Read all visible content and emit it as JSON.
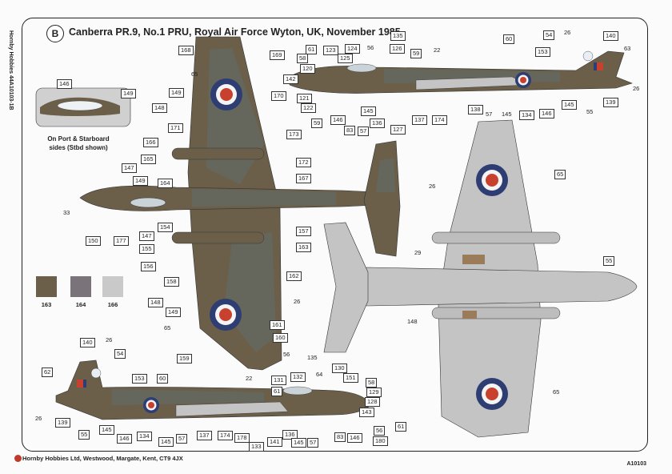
{
  "sheet": {
    "side_text": "Hornby Hobbies 44A10103-1B",
    "badge": "B",
    "title": "Canberra PR.9, No.1 PRU, Royal Air Force Wyton, UK, November 1985.",
    "inset_note": "On Port & Starboard sides (Stbd shown)",
    "footer": "Hornby Hobbies Ltd, Westwood, Margate, Kent, CT9 4JX",
    "code": "A10103"
  },
  "swatches": [
    {
      "label": "163",
      "color": "#6b5f4a"
    },
    {
      "label": "164",
      "color": "#7a7379"
    },
    {
      "label": "166",
      "color": "#c9c9c9"
    }
  ],
  "colors": {
    "dark_earth": "#6b5f4a",
    "dark_green_grey": "#66675c",
    "upper_sea_grey": "#7d7a7e",
    "underside_light_grey": "#c4c4c4",
    "roundel_blue": "#2e3d72",
    "roundel_red": "#c8402e",
    "frame": "#222222"
  },
  "callouts": {
    "top": [
      "168",
      "65",
      "149",
      "148",
      "171",
      "166",
      "165",
      "147",
      "149",
      "164",
      "150",
      "177",
      "147",
      "154",
      "155",
      "156",
      "158",
      "148",
      "149",
      "65",
      "159",
      "169",
      "170",
      "173",
      "172",
      "167",
      "157",
      "163",
      "162",
      "161",
      "160",
      "33",
      "146",
      "149"
    ],
    "right_side": [
      "135",
      "56",
      "124",
      "126",
      "59",
      "22",
      "125",
      "123",
      "61",
      "58",
      "120",
      "142",
      "121",
      "122",
      "59",
      "146",
      "83",
      "57",
      "145",
      "136",
      "127",
      "137",
      "174",
      "138",
      "57",
      "145",
      "134",
      "146",
      "145",
      "55",
      "139",
      "26",
      "60",
      "54",
      "26",
      "140",
      "63",
      "153"
    ],
    "under": [
      "65",
      "26",
      "29",
      "55",
      "26",
      "148",
      "65"
    ],
    "left_side": [
      "140",
      "26",
      "54",
      "62",
      "153",
      "60",
      "26",
      "139",
      "55",
      "145",
      "146",
      "134",
      "145",
      "57",
      "137",
      "174",
      "178",
      "133",
      "141",
      "136",
      "145",
      "57",
      "83",
      "146",
      "56",
      "180",
      "61",
      "143",
      "128",
      "129",
      "58",
      "151",
      "130",
      "64",
      "135",
      "56",
      "132",
      "131",
      "61",
      "22"
    ]
  }
}
